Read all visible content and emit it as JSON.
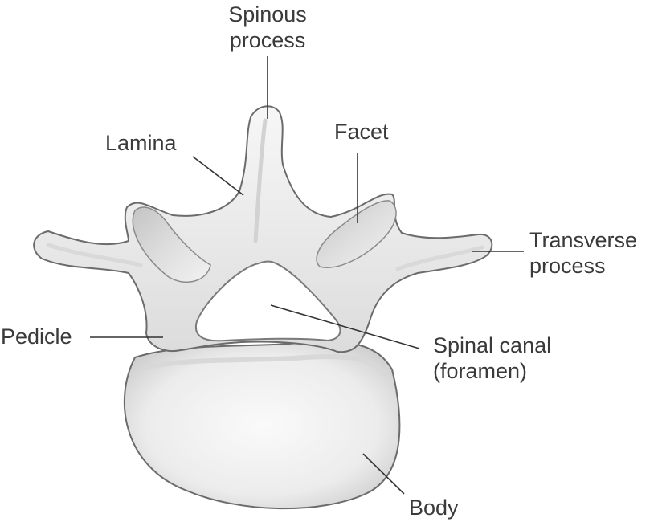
{
  "labels": {
    "spinous": [
      "Spinous",
      "process"
    ],
    "lamina": "Lamina",
    "facet": "Facet",
    "transverse": [
      "Transverse",
      "process"
    ],
    "pedicle": "Pedicle",
    "canal": [
      "Spinal canal",
      "(foramen)"
    ],
    "body": "Body"
  },
  "colors": {
    "text": "#3a3a3a",
    "leader": "#333333",
    "bone_fill": "#efefef",
    "bone_shadow": "#c9c9c9",
    "bone_outline": "#6b6b6b"
  }
}
